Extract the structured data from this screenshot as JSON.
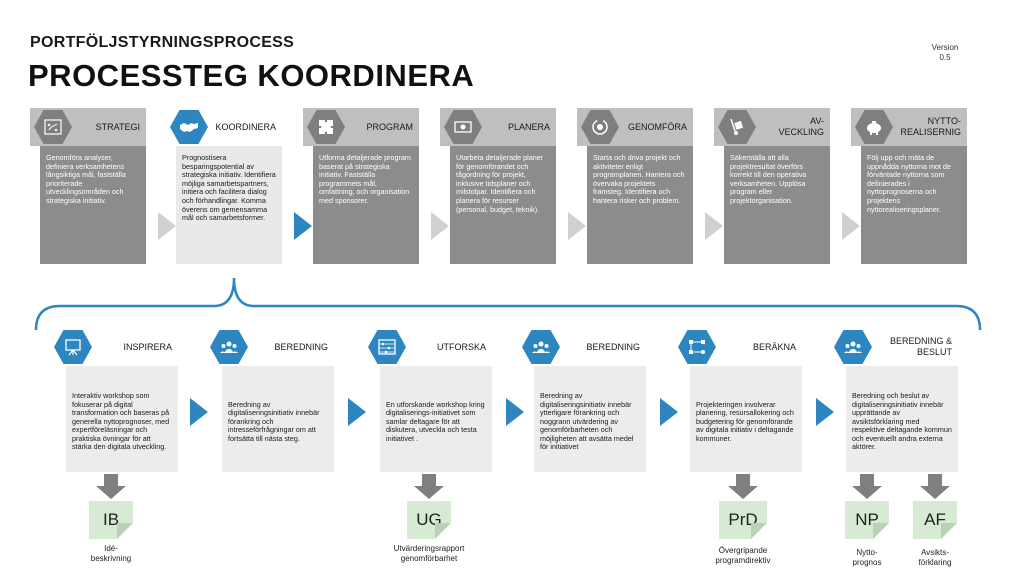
{
  "header": {
    "subtitle": "PORTFÖLJSTYRNINGSPROCESS",
    "title": "PROCESSTEG KOORDINERA",
    "version_label": "Version",
    "version_number": "0.5"
  },
  "steps": [
    {
      "label": "STRATEGI",
      "icon": "strategy-board-icon",
      "text": "Genomföra analyser, definiera verksamhetens långsiktiga mål, fastställa prioriterade utvecklingsområden och strategiska initiativ.",
      "active": false
    },
    {
      "label": "KOORDINERA",
      "icon": "handshake-icon",
      "text": "Prognostisera besparingspotential av strategiska initiativ. Identifiera möjliga samarbetspartners, initiera och facilitera dialog och förhandlingar. Komma överens om gemensamma mål och samarbetsformer.",
      "active": true
    },
    {
      "label": "PROGRAM",
      "icon": "puzzle-icon",
      "text": "Utforma detaljerade program baserat på strategiska initiativ. Fastställa programmets mål, omfattning, och organisation med sponsorer.",
      "active": false
    },
    {
      "label": "PLANERA",
      "icon": "money-icon",
      "text": "Utarbeta detaljerade planer för genomförandet och tågordning för projekt, inklusive tidsplaner och milstolpar. Identifiera och planera för resurser (personal, budget, teknik).",
      "active": false
    },
    {
      "label": "GENOMFÖRA",
      "icon": "gear-cycle-icon",
      "text": "Starta och driva projekt och aktiviteter enligt programplanen. Hantera och övervaka projektets framsteg. Identifiera och hantera risker och problem.",
      "active": false
    },
    {
      "label_line1": "AV-",
      "label_line2": "VECKLING",
      "icon": "hand-truck-icon",
      "text": "Säkerställa att alla projektresultat överförs korrekt till den operativa verksamheten. Upplösa program eller projektorganisation.",
      "active": false
    },
    {
      "label_line1": "NYTTO-",
      "label_line2": "REALISERNIG",
      "icon": "piggy-bank-icon",
      "text": "Följ upp och mäta de uppnådda nyttorna mot de förväntade nyttorna som definierades i nyttoprognoserna och projektens nyttorealiseringsplaner.",
      "active": false
    }
  ],
  "substeps": [
    {
      "label": "INSPIRERA",
      "icon": "presentation-board-icon",
      "text": "Interaktiv workshop som fokuserar på digital transformation och baseras på generella nyttoprognoser, med expertföreläsningar och praktiska övningar för att stärka den digitala utveckling."
    },
    {
      "label": "BEREDNING",
      "icon": "group-icon",
      "text": "Beredning av digitaliseringsinitiativ innebär förankring och intresseförfrågningar om att fortsätta till nästa steg."
    },
    {
      "label": "UTFORSKA",
      "icon": "abacus-icon",
      "text": "En utforskande workshop kring digitaliserings-initiativet som samlar deltagare för att diskutera, utveckla och testa initiativet ."
    },
    {
      "label": "BEREDNING",
      "icon": "group-icon",
      "text": "Beredning av digitaliseringsinitiativ innebär ytterligare förankring och noggrann utvärdering av genomförbarheten och möjligheten att avsätta medel för initiativet"
    },
    {
      "label": "BERÄKNA",
      "icon": "flowchart-icon",
      "text": "Projekteringen involverar planering, resursallokering och budgetering för genomförande av digitala initiativ i deltagande kommuner."
    },
    {
      "label_line1": "BEREDNING &",
      "label_line2": "BESLUT",
      "icon": "group-icon",
      "text": "Beredning och beslut av digitaliseringsinitiativ innebär upprättande av avsiktsförklaring med respektive deltagande kommun och eventuellt andra externa aktörer."
    }
  ],
  "documents": [
    {
      "code": "IB",
      "caption_line1": "Idé-",
      "caption_line2": "beskrivning"
    },
    {
      "code": "UG",
      "caption_line1": "Utvärderingsrapport",
      "caption_line2": "genomförbarhet"
    },
    {
      "code": "PrD",
      "caption_line1": "Övergripande",
      "caption_line2": "programdirektiv"
    },
    {
      "code": "NP",
      "caption_line1": "Nytto-",
      "caption_line2": "prognos"
    },
    {
      "code": "AF",
      "caption_line1": "Avsikts-",
      "caption_line2": "förklaring"
    }
  ],
  "colors": {
    "accent": "#2e86c1",
    "gray_dark": "#8c8c8c",
    "gray_light": "#bfbfbf",
    "doc_green": "#d7ead4"
  }
}
